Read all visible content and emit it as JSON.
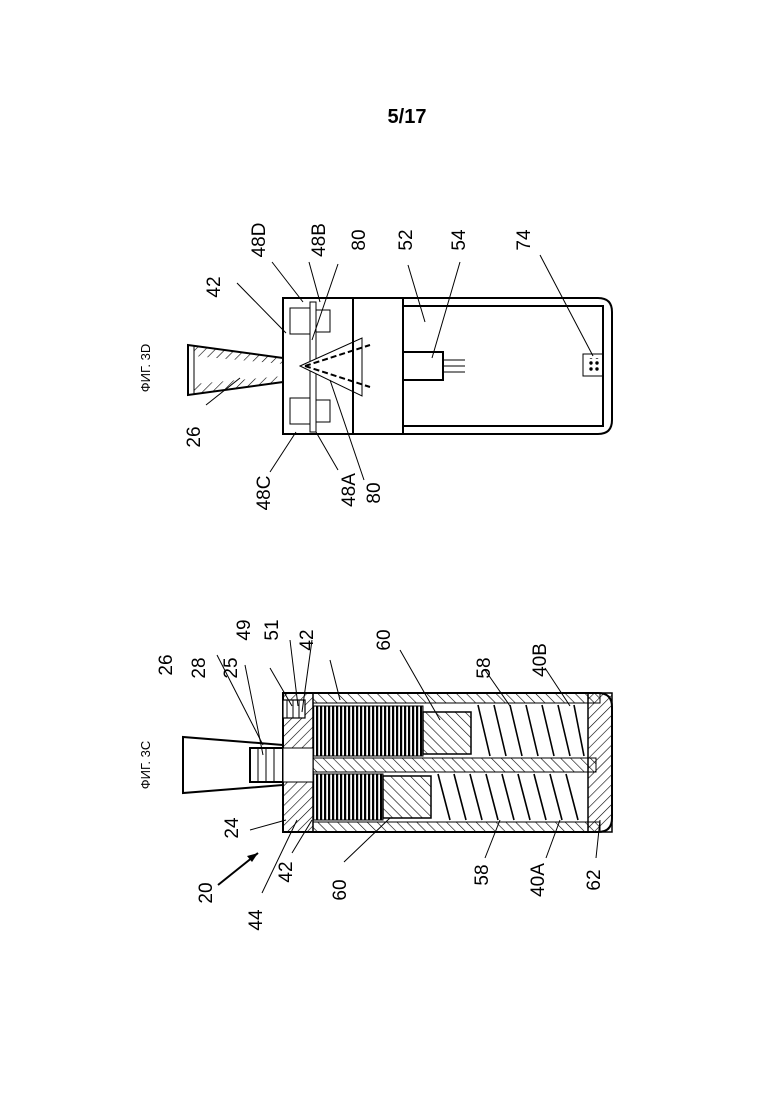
{
  "page_number": "5/17",
  "figures": {
    "fig3d": {
      "caption": "ФИГ. 3D",
      "labels": {
        "l42": "42",
        "l48D": "48D",
        "l48B": "48B",
        "l80a": "80",
        "l52": "52",
        "l54": "54",
        "l74": "74",
        "l26": "26",
        "l48C": "48C",
        "l48A": "48A",
        "l80b": "80"
      }
    },
    "fig3c": {
      "caption": "ФИГ. 3C",
      "labels": {
        "l26": "26",
        "l28": "28",
        "l25": "25",
        "l49": "49",
        "l51": "51",
        "l42a": "42",
        "l60a": "60",
        "l58a": "58",
        "l40B": "40B",
        "l24": "24",
        "l20": "20",
        "l44": "44",
        "l42b": "42",
        "l60b": "60",
        "l58b": "58",
        "l40A": "40A",
        "l62": "62"
      }
    }
  }
}
